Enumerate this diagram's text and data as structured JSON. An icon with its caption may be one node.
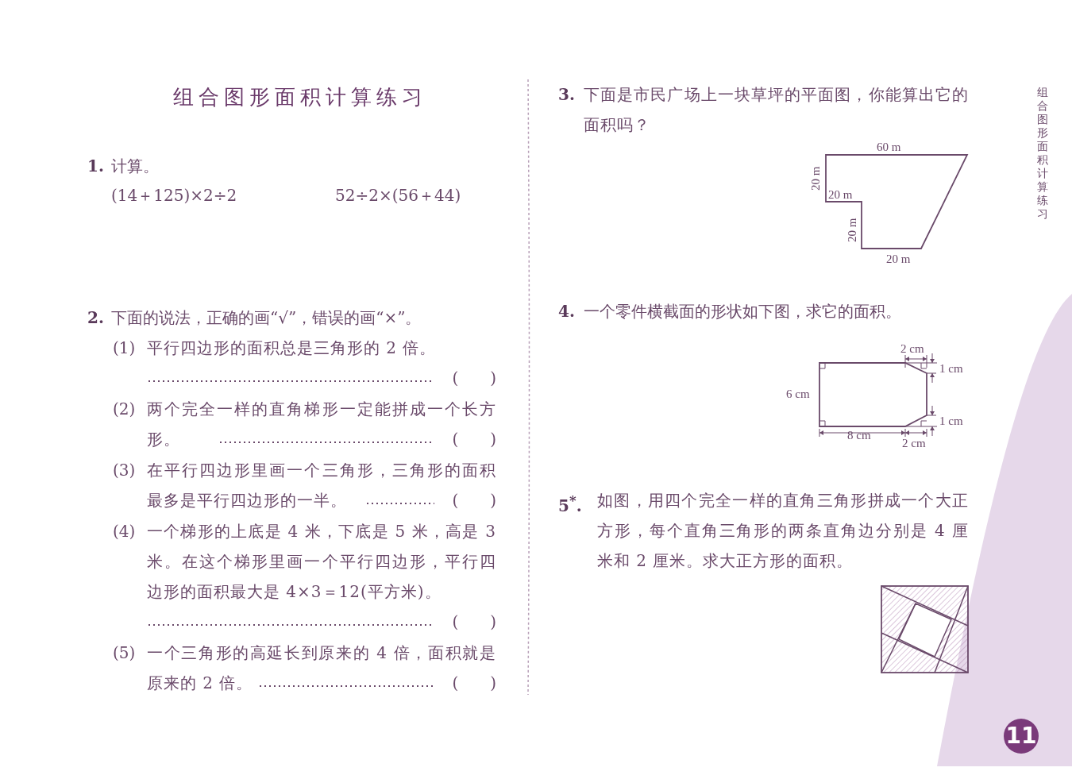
{
  "diagram": {
    "title": "组合图形面积计算练习",
    "labels": [
      "1.",
      "计算。",
      "(14＋125)×2÷2",
      "52÷2×(56＋44)",
      "2.",
      "下面的说法，正确的画“√”，错误的画“×”。",
      "(1)",
      "平行四边形的面积总是三角形的 2 倍。",
      "(　　)",
      "(2)",
      "两个完全一样的直角梯形一定能拼成一个长方形。",
      "(　　)",
      "(3)",
      "在平行四边形里画一个三角形，三角形的面积最多是平行四边形的一半。",
      "(　　)",
      "(4)",
      "一个梯形的上底是 4 米，下底是 5 米，高是 3 米。在这个梯形里画一个平行四边形，平行四边形的面积最大是 4×3＝12(平方米)。",
      "(　　)",
      "(5)",
      "一个三角形的高延长到原来的 4 倍，面积就是原来的 2 倍。",
      "(　　)",
      "3.",
      "下面是市民广场上一块草坪的平面图，你能算出它的面积吗？",
      "60 m",
      "20 m",
      "20 m",
      "20 m",
      "20 m",
      "4.",
      "一个零件横截面的形状如下图，求它的面积。",
      "2 cm",
      "1 cm",
      "6 cm",
      "1 cm",
      "8 cm",
      "2 cm",
      "5$^{*}$.",
      "如图，用四个完全一样的直角三角形拼成一个大正方形，每个直角三角形的两条直角边分别是 4 厘米和 2 厘米。求大正方形的面积。",
      "组合图形面积计算练习",
      "11"
    ]
  }
}
